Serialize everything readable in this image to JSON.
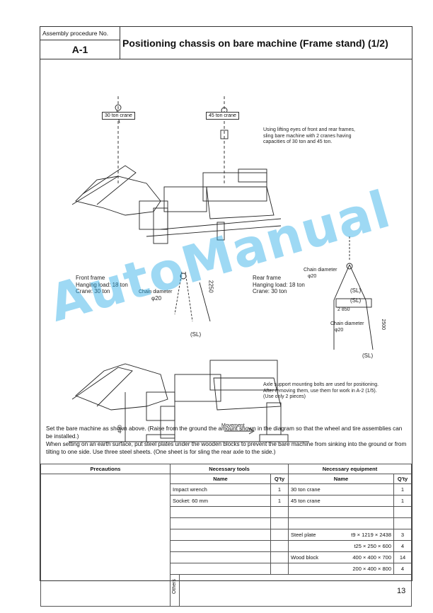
{
  "header": {
    "procedure_label": "Assembly procedure No.",
    "procedure_no": "A-1",
    "title": "Positioning chassis on bare machine (Frame stand) (1/2)"
  },
  "figure": {
    "crane_30_label": "30 ton crane",
    "crane_45_label": "45 ton crane",
    "lifting_note": [
      "Using lifting eyes of front and rear frames,",
      "sling bare machine with 2 cranes having",
      "capacities of 30 ton and 45 ton."
    ],
    "front_frame": [
      "Front frame",
      "Hanging load: 18 ton",
      "Crane: 30 ton"
    ],
    "rear_frame": [
      "Rear frame",
      "Hanging load: 18 ton",
      "Crane: 30 ton"
    ],
    "chain_diameter_label": "Chain diameter",
    "chain_diameter_value": "φ20",
    "dim_2250": "2250",
    "dim_2850": "2 850",
    "dim_2500": "2500",
    "sl": "(SL)",
    "axle_note": [
      "Axle support mounting bolts are used for positioning.",
      "After removing them, use them for work in A-2 (1/5).",
      "(Use only 2 pieces)"
    ],
    "movement": "Movement",
    "dim_460": "460"
  },
  "description": [
    "Set the bare machine as shown above. (Raise from the ground the amount shown in the diagram so that the wheel and tire assemblies can be installed.)",
    "When setting on an earth surface, put steel plates under the wooden blocks to prevent the bare machine from sinking into the ground or from tilting to one side. Use three steel sheets. (One sheet is for sling the rear axle to the side.)"
  ],
  "table": {
    "precautions_header": "Precautions",
    "tools_header": "Necessary tools",
    "equipment_header": "Necessary equipment",
    "name_header": "Name",
    "qty_header": "Q'ty",
    "others_label": "Others",
    "tools": [
      {
        "name": "Impact wrench",
        "qty": "1"
      },
      {
        "name": "Socket: 60 mm",
        "qty": "1"
      }
    ],
    "equipment": [
      {
        "name": "30 ton crane",
        "spec": "",
        "qty": "1"
      },
      {
        "name": "45 ton crane",
        "spec": "",
        "qty": "1"
      },
      {
        "name": "",
        "spec": "",
        "qty": ""
      },
      {
        "name": "Steel plate",
        "spec": "t9 × 1219 × 2438",
        "qty": "3"
      },
      {
        "name": "",
        "spec": "t25 × 250 × 600",
        "qty": "4"
      },
      {
        "name": "Wood block",
        "spec": "400 × 400 × 700",
        "qty": "14"
      },
      {
        "name": "",
        "spec": "200 × 400 × 800",
        "qty": "4"
      }
    ]
  },
  "page_number": "13",
  "watermark": "AutoManual"
}
